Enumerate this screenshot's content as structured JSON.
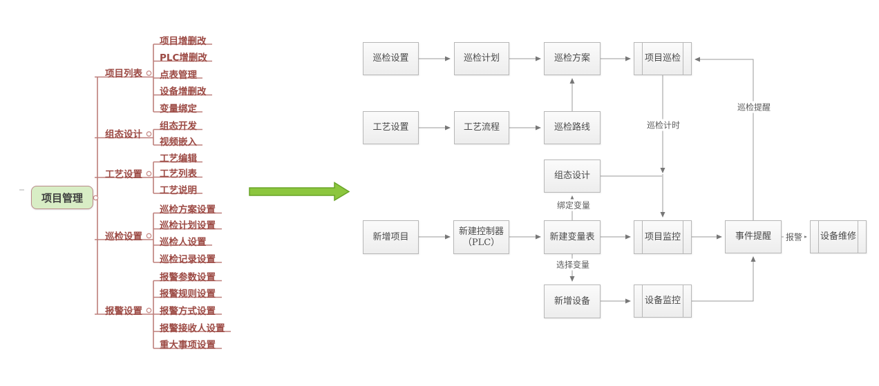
{
  "mindmap": {
    "root": "项目管理",
    "branches": [
      {
        "label": "项目列表",
        "children": [
          "项目增删改",
          "PLC增删改",
          "点表管理",
          "设备增删改",
          "变量绑定"
        ]
      },
      {
        "label": "组态设计",
        "children": [
          "组态开发",
          "视频嵌入"
        ]
      },
      {
        "label": "工艺设置",
        "children": [
          "工艺编辑",
          "工艺列表",
          "工艺说明"
        ]
      },
      {
        "label": "巡检设置",
        "children": [
          "巡检方案设置",
          "巡检计划设置",
          "巡检人设置",
          "巡检记录设置"
        ]
      },
      {
        "label": "报警设置",
        "children": [
          "报警参数设置",
          "报警规则设置",
          "报警方式设置",
          "报警接收人设置",
          "重大事项设置"
        ]
      }
    ]
  },
  "flowchart": {
    "boxes": {
      "inspect_settings": "巡检设置",
      "inspect_plan": "巡检计划",
      "inspect_scheme": "巡检方案",
      "project_inspect": "项目巡检",
      "craft_settings": "工艺设置",
      "craft_flow": "工艺流程",
      "inspect_route": "巡检路线",
      "scada_design": "组态设计",
      "new_project": "新增项目",
      "new_controller_line1": "新建控制器",
      "new_controller_line2": "（PLC）",
      "new_var_table": "新建变量表",
      "project_monitor": "项目监控",
      "event_remind": "事件提醒",
      "device_repair": "设备维修",
      "new_device": "新增设备",
      "device_monitor": "设备监控"
    },
    "edge_labels": {
      "inspect_timing": "巡检计时",
      "inspect_remind": "巡检提醒",
      "bind_variable": "绑定变量",
      "select_variable": "选择变量",
      "alarm": "报警"
    }
  },
  "colors": {
    "mindmap_line": "#bd7e7a",
    "mindmap_text": "#9c4a44",
    "root_fill": "#d8edc5",
    "root_border": "#b98989",
    "big_arrow_fill": "#8cc63e",
    "big_arrow_stroke": "#68a427",
    "flow_line": "#999999",
    "flow_box_border": "#b6b6b6",
    "flow_text": "#4a4a4a"
  }
}
